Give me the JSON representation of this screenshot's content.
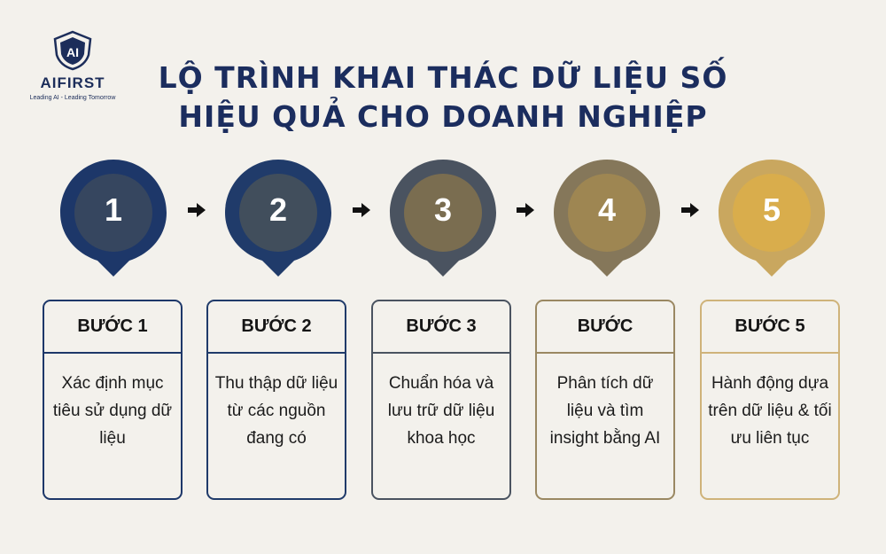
{
  "logo": {
    "mark": "AI",
    "name": "AIFIRST",
    "tagline": "Leading AI - Leading Tomorrow"
  },
  "title": {
    "line1": "LỘ TRÌNH KHAI THÁC DỮ LIỆU SỐ",
    "line2": "HIỆU QUẢ CHO DOANH NGHIỆP"
  },
  "steps": [
    {
      "number": "1",
      "heading": "BƯỚC 1",
      "text": "Xác định mục tiêu sử dụng dữ liệu",
      "outer_color": "#1d3769",
      "inner_color": "#36465f",
      "border_color": "#1d3769"
    },
    {
      "number": "2",
      "heading": "BƯỚC 2",
      "text": "Thu thập dữ liệu từ các nguồn đang có",
      "outer_color": "#203b6a",
      "inner_color": "#414e5c",
      "border_color": "#203b6a"
    },
    {
      "number": "3",
      "heading": "BƯỚC 3",
      "text": "Chuẩn hóa và lưu trữ dữ liệu khoa học",
      "outer_color": "#4a5360",
      "inner_color": "#7a6d50",
      "border_color": "#4a5360"
    },
    {
      "number": "4",
      "heading": "BƯỚC",
      "text": "Phân tích dữ liệu và tìm insight bằng AI",
      "outer_color": "#85775a",
      "inner_color": "#9e8652",
      "border_color": "#9a8862"
    },
    {
      "number": "5",
      "heading": "BƯỚC 5",
      "text": "Hành động dựa trên dữ liệu & tối ưu liên tục",
      "outer_color": "#c9a75f",
      "inner_color": "#d9ad4c",
      "border_color": "#cfb37a"
    }
  ],
  "icons": {
    "arrow": "arrow-right-icon",
    "logo": "shield-icon"
  }
}
